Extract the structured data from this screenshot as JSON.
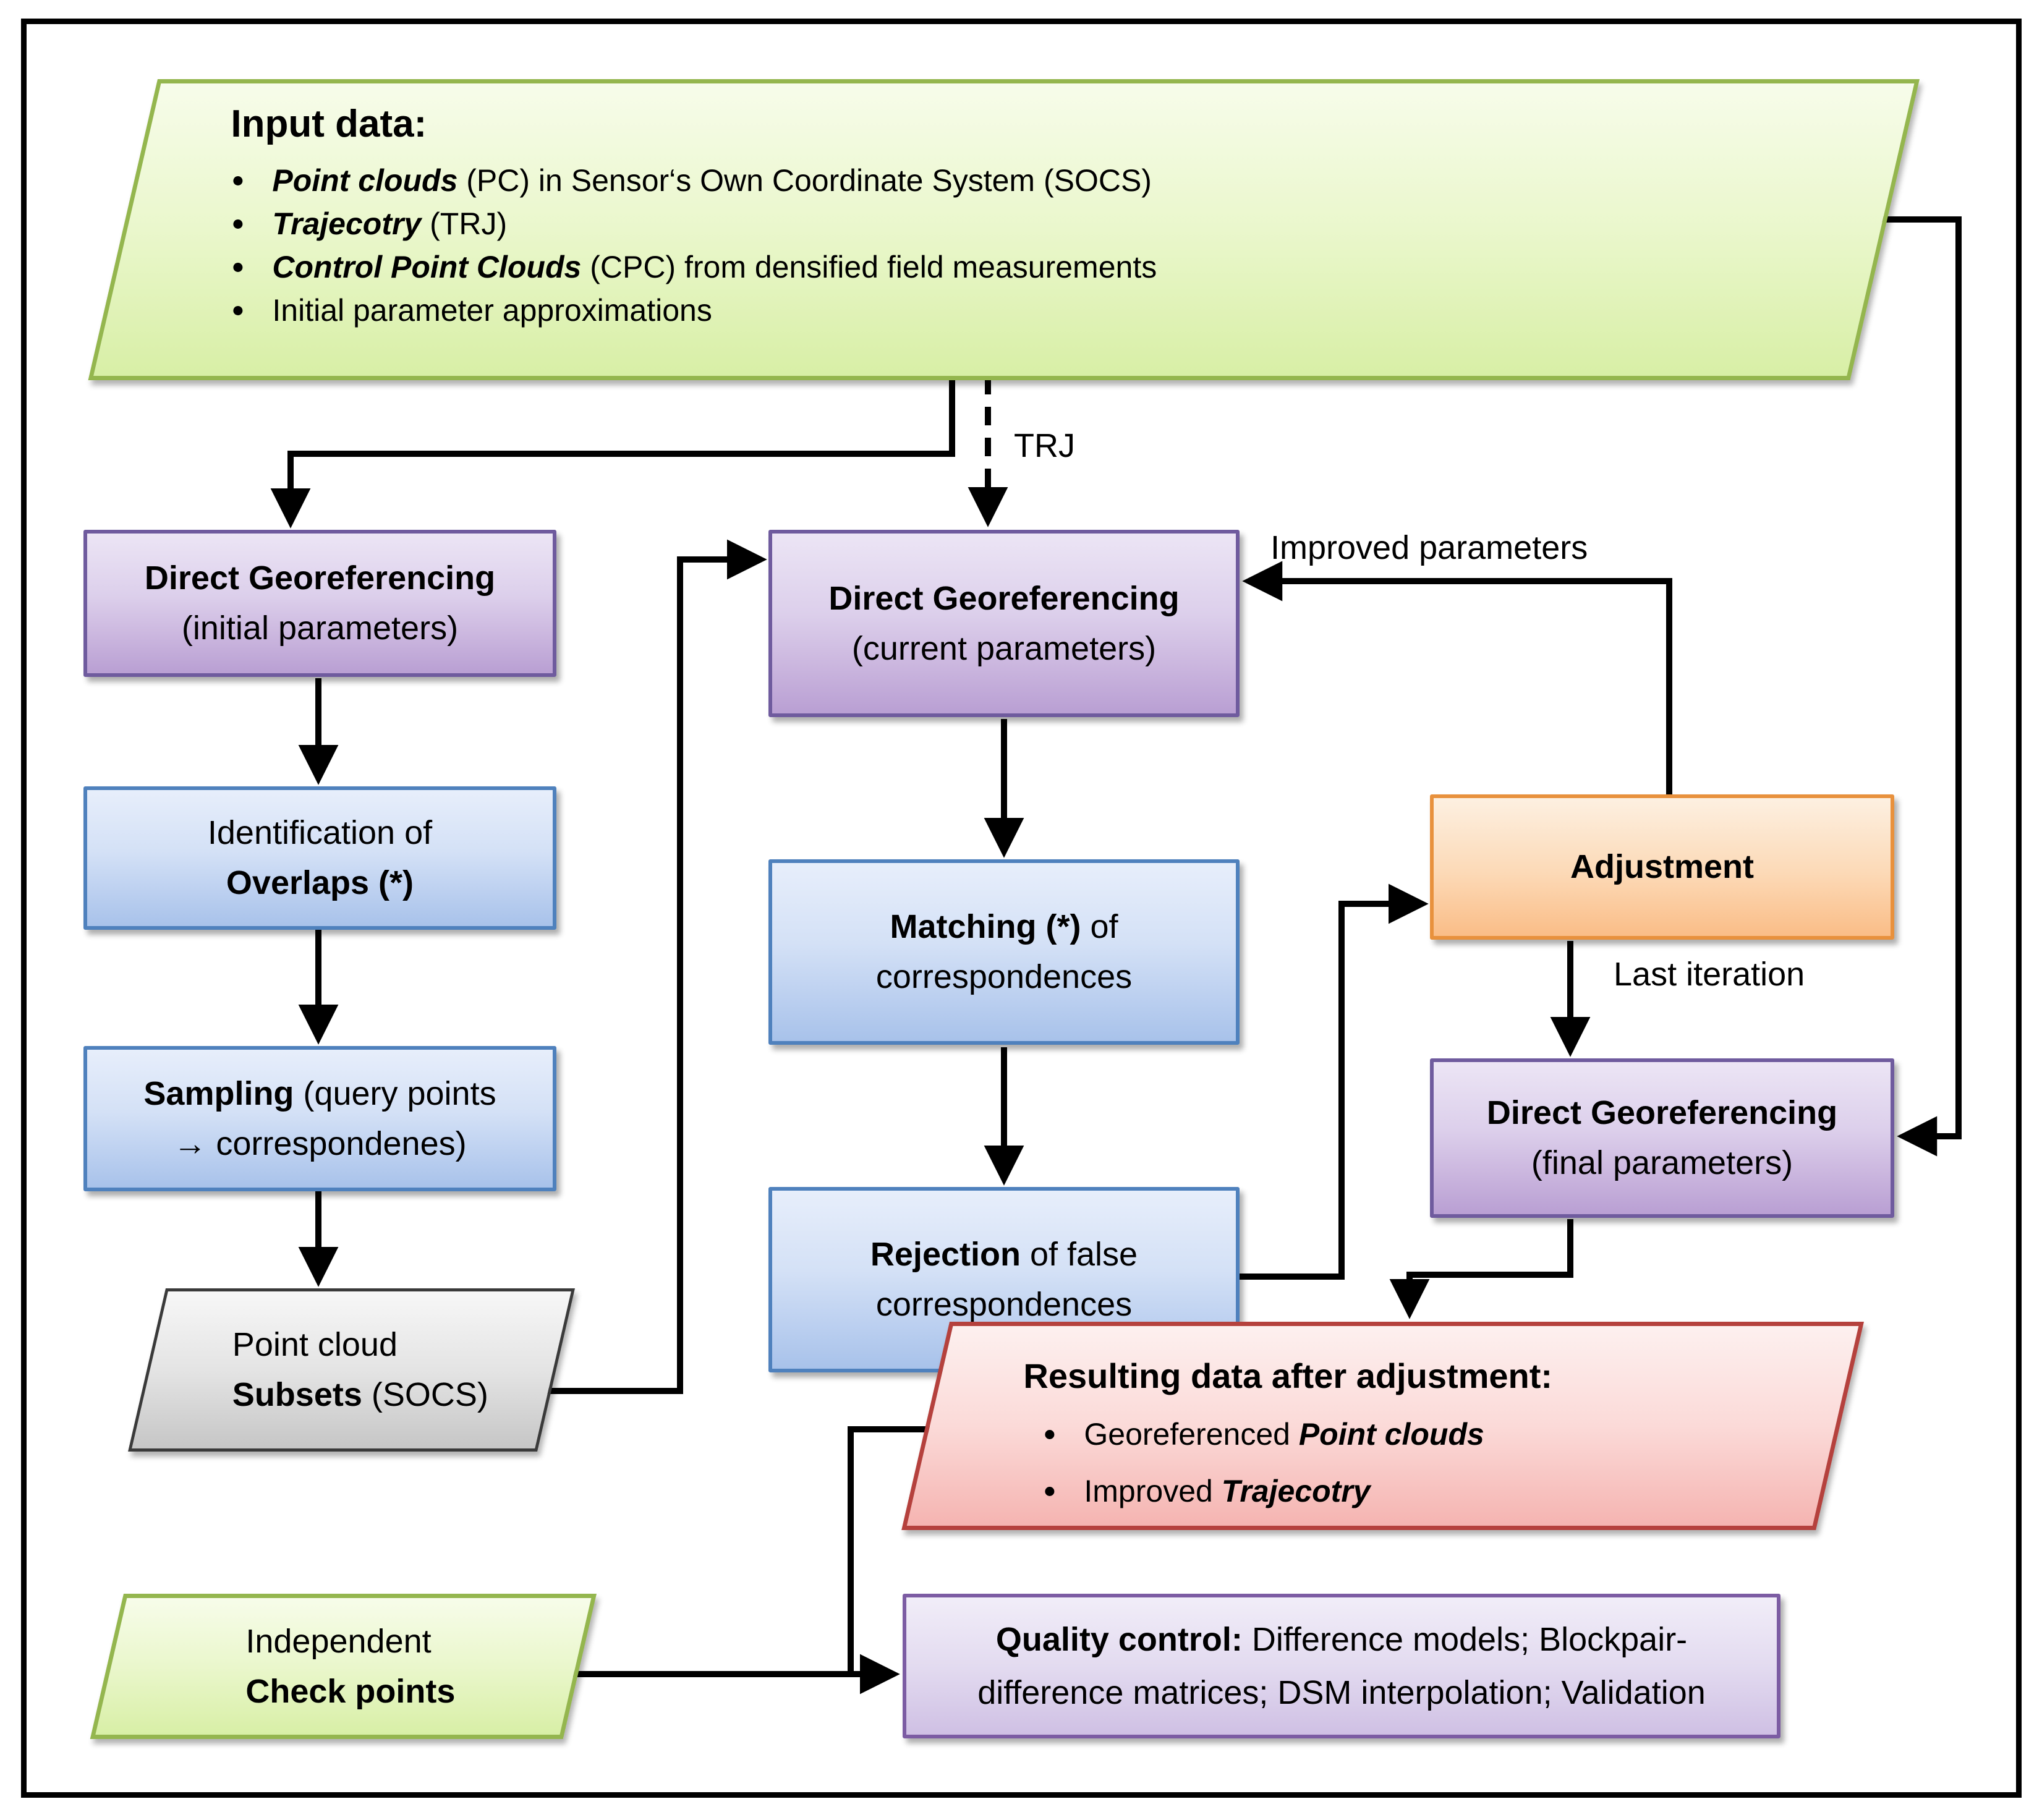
{
  "input_box": {
    "title": "Input data:",
    "bullets": [
      {
        "em": "Point clouds",
        "rest": " (PC) in Sensor‘s Own Coordinate System (SOCS)"
      },
      {
        "em": "Trajecotry",
        "rest": " (TRJ)"
      },
      {
        "em": "Control Point Clouds",
        "rest": " (CPC) from densified field measurements"
      },
      {
        "em": "",
        "rest": "Initial parameter approximations"
      }
    ]
  },
  "boxes": {
    "dg_initial": {
      "line1": "Direct Georeferencing",
      "line2": "(initial parameters)"
    },
    "identification": {
      "line1": "Identification of",
      "line2": "Overlaps (*)"
    },
    "sampling": {
      "bold": "Sampling",
      "rest": " (query points",
      "line2": "→ correspondenes)"
    },
    "subsets": {
      "line1": "Point cloud",
      "bold2": "Subsets",
      "rest2": " (SOCS)"
    },
    "dg_current": {
      "line1": "Direct Georeferencing",
      "line2": "(current parameters)"
    },
    "matching": {
      "bold": "Matching (*)",
      "rest": " of",
      "line2": "correspondences"
    },
    "rejection": {
      "bold": "Rejection",
      "rest": " of false",
      "line2": "correspondences"
    },
    "adjustment": {
      "label": "Adjustment"
    },
    "dg_final": {
      "line1": "Direct Georeferencing",
      "line2": "(final parameters)"
    },
    "checkpoints": {
      "line1": "Independent",
      "line2": "Check points"
    },
    "quality": {
      "bold": "Quality control:",
      "rest": " Difference models; Blockpair-",
      "line2": "difference matrices; DSM interpolation; Validation"
    }
  },
  "resulting": {
    "title": "Resulting data after adjustment:",
    "bullets": [
      {
        "plain": "Georeferenced ",
        "em": "Point clouds"
      },
      {
        "plain": "Improved ",
        "em": "Trajecotry"
      }
    ]
  },
  "edge_labels": {
    "trj": "TRJ",
    "improved": "Improved parameters",
    "last_iteration": "Last iteration"
  },
  "colors": {
    "green_border": "#94b64e",
    "green_fill": "#eaf7cc",
    "purple_border": "#6f5b9e",
    "purple_fill": "#dccfeb",
    "blue_border": "#4f81bd",
    "blue_fill": "#d4e1f6",
    "orange_border": "#e8913d",
    "orange_fill": "#fcd9b6",
    "gray_border": "#3a3a3a",
    "gray_fill": "#e4e4e4",
    "red_border": "#b5413d",
    "red_fill": "#fbdad8",
    "qc_border": "#7c5ca3",
    "qc_fill": "#e3dbf0",
    "arrow": "#000000"
  }
}
